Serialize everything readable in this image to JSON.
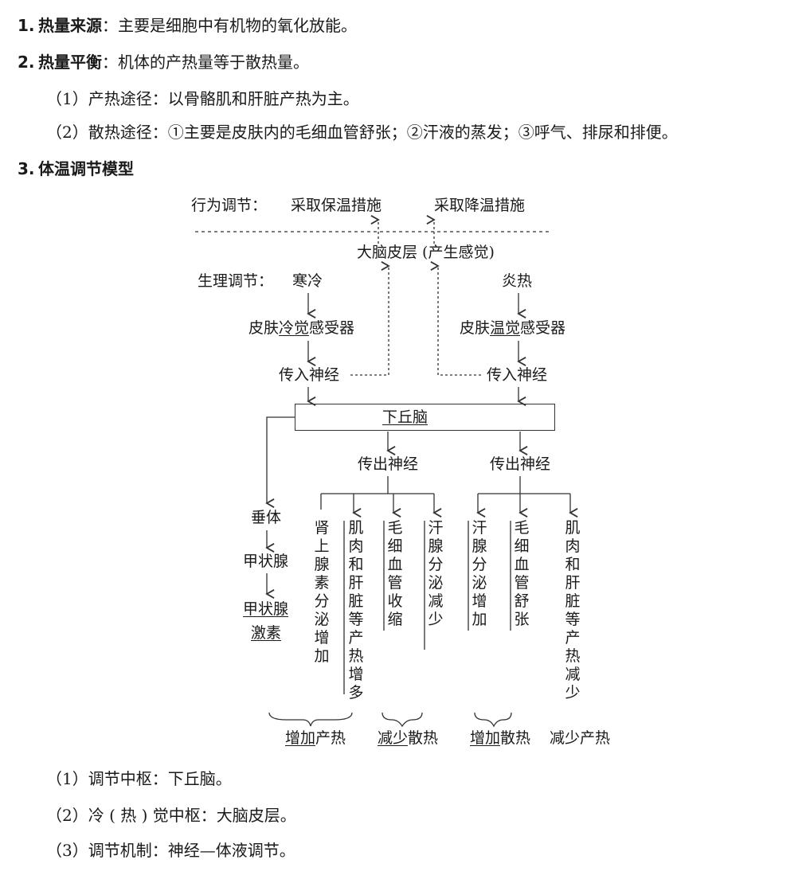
{
  "intro": [
    {
      "num": "1.",
      "title": "热量来源",
      "text": "：主要是细胞中有机物的氧化放能。"
    },
    {
      "num": "2.",
      "title": "热量平衡",
      "text": "：机体的产热量等于散热量。"
    }
  ],
  "sub_items": [
    "（1）产热途径：以骨骼肌和肝脏产热为主。",
    "（2）散热途径：①主要是皮肤内的毛细血管舒张；②汗液的蒸发；③呼气、排尿和排便。"
  ],
  "section3": {
    "num": "3.",
    "title": "体温调节模型"
  },
  "diagram": {
    "behavior_label": "行为调节：",
    "keep_warm": "采取保温措施",
    "cool_down": "采取降温措施",
    "cortex": "大脑皮层 (产生感觉)",
    "physio_label": "生理调节：",
    "cold": "寒冷",
    "hot": "炎热",
    "cold_receptor_pre": "皮肤",
    "cold_receptor_u": "冷觉",
    "cold_receptor_post": "感受器",
    "warm_receptor_pre": "皮肤",
    "warm_receptor_u": "温觉",
    "warm_receptor_post": "感受器",
    "afferent_left": "传入神经",
    "afferent_right": "传入神经",
    "hypothalamus": "下丘脑",
    "efferent_left": "传出神经",
    "efferent_right": "传出神经",
    "pituitary": "垂体",
    "thyroid": "甲状腺",
    "thyroxine_1": "甲状腺",
    "thyroxine_2": "激素",
    "col_adrenaline": "肾上腺素分泌增加",
    "col_muscle_more": "肌肉和肝脏等产热增多",
    "col_capillary_shrink": "毛细血管收缩",
    "col_sweat_less": "汗腺分泌减少",
    "col_sweat_more": "汗腺分泌增加",
    "col_capillary_dilate": "毛细血管舒张",
    "col_muscle_less": "肌肉和肝脏等产热减少",
    "g1_u": "增加",
    "g1_rest": "产热",
    "g2_u": "减少",
    "g2_rest": "散热",
    "g3_u": "增加",
    "g3_rest": "散热",
    "g4": "减少产热"
  },
  "conclusions": [
    "（1）调节中枢：下丘脑。",
    "（2）冷 ( 热 ) 觉中枢：大脑皮层。",
    "（3）调节机制：神经—体液调节。"
  ]
}
